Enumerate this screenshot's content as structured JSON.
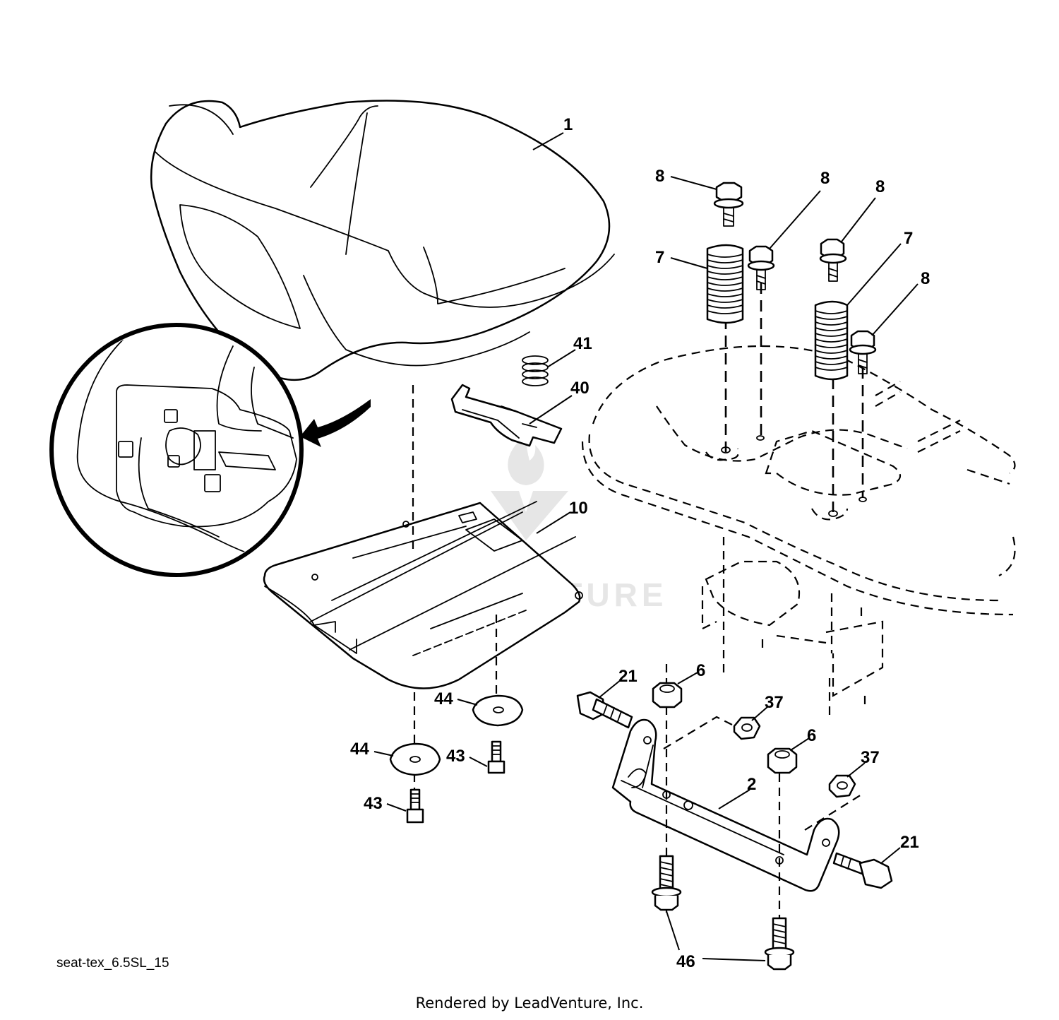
{
  "diagram": {
    "code": "seat-tex_6.5SL_15",
    "credit": "Rendered by LeadVenture, Inc.",
    "watermark": "LEADVENTURE",
    "callouts": {
      "seat": "1",
      "bolt_a": "8",
      "bolt_b": "8",
      "bolt_c": "8",
      "bolt_d": "8",
      "spring_left": "7",
      "spring_right": "7",
      "spring_small": "41",
      "clip": "40",
      "seat_pan": "10",
      "bolt_21_left": "21",
      "nut_6_top": "6",
      "nut_37_top": "37",
      "nut_6_mid": "6",
      "nut_37_right": "37",
      "bracket": "2",
      "bolt_21_right": "21",
      "bolt_46": "46",
      "washer_44_right": "44",
      "washer_44_left": "44",
      "screw_43_right": "43",
      "screw_43_left": "43"
    }
  }
}
